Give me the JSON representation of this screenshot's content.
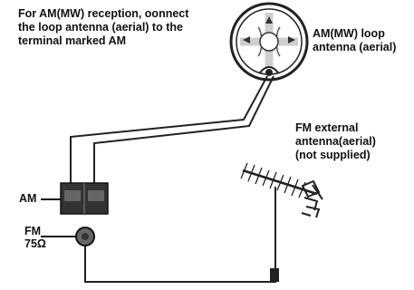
{
  "instruction": "For AM(MW) reception, oonnect\nthe loop antenna (aerial) to the\nterminal marked AM",
  "loop_antenna_label": "AM(MW) loop\nantenna (aerial)",
  "fm_external_label": "FM external\nantenna(aerial)\n(not supplied)",
  "am_terminal_label": "AM",
  "fm_terminal_label": "FM\n75Ω"
}
